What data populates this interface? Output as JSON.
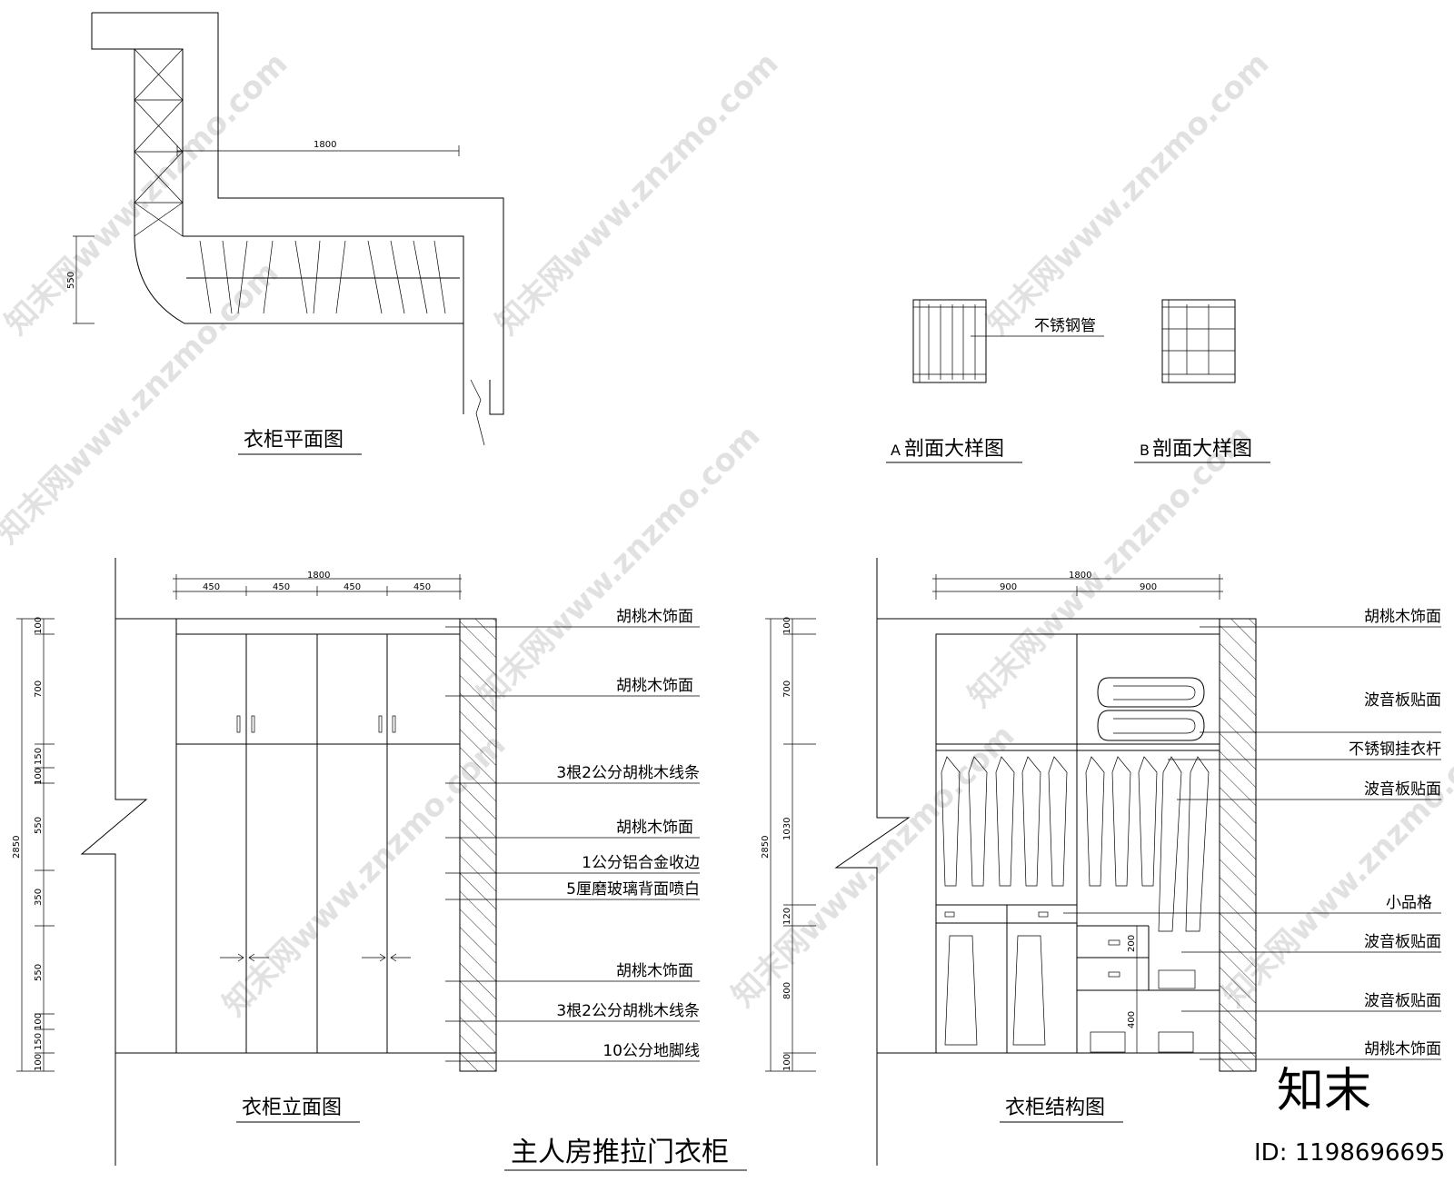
{
  "captions": {
    "plan": "衣柜平面图",
    "section_a_prefix": "A",
    "section_a": "剖面大样图",
    "section_b_prefix": "B",
    "section_b": "剖面大样图",
    "elevation": "衣柜立面图",
    "structure": "衣柜结构图",
    "main_title": "主人房推拉门衣柜"
  },
  "plan": {
    "width_dim": "1800",
    "depth_dim": "550"
  },
  "section_label": "不锈钢管",
  "elevation": {
    "total_width": "1800",
    "segment_widths": [
      "450",
      "450",
      "450",
      "450"
    ],
    "total_height": "2850",
    "height_dims": [
      "100",
      "700",
      "150",
      "100",
      "550",
      "350",
      "550",
      "100",
      "150",
      "100"
    ],
    "callouts": [
      "胡桃木饰面",
      "胡桃木饰面",
      "3根2公分胡桃木线条",
      "胡桃木饰面",
      "1公分铝合金收边",
      "5厘磨玻璃背面喷白",
      "胡桃木饰面",
      "3根2公分胡桃木线条",
      "10公分地脚线"
    ]
  },
  "structure": {
    "total_width": "1800",
    "segment_widths": [
      "900",
      "900"
    ],
    "total_height": "2850",
    "height_dims": [
      "100",
      "700",
      "1030",
      "120",
      "800",
      "100"
    ],
    "inner_dims": [
      "200",
      "400"
    ],
    "callouts": [
      "胡桃木饰面",
      "波音板贴面",
      "不锈钢挂衣杆",
      "波音板贴面",
      "小品格",
      "波音板贴面",
      "波音板贴面",
      "胡桃木饰面"
    ]
  },
  "watermark": {
    "site": "知末网www.znzmo.com",
    "logo": "知末",
    "id": "ID: 1198696695"
  }
}
